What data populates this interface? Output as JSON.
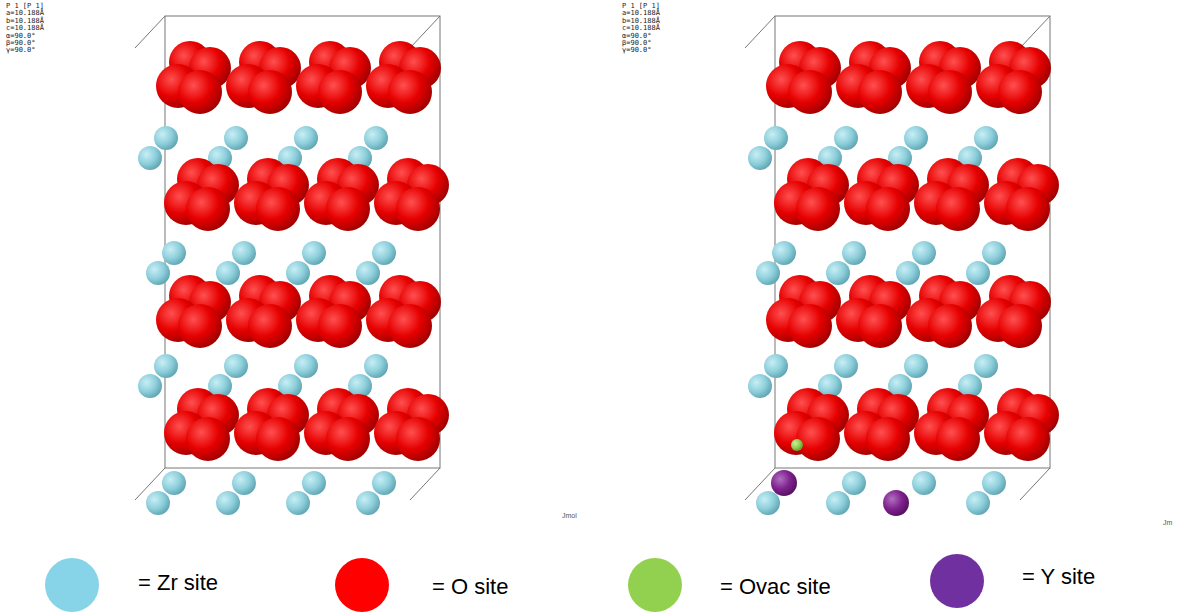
{
  "diagram": {
    "labels": [
      "P 1 [P 1]",
      "a=10.188Å",
      "b=10.188Å",
      "c=10.188Å",
      "α=90.0°",
      "β=90.0°",
      "γ=90.0°",
      "Jmol",
      "P 1 [P 1]",
      "a=10.188Å",
      "b=10.188Å",
      "c=10.188Å",
      "α=90.0°",
      "β=90.0°",
      "γ=90.0°",
      "Jm"
    ],
    "legend": [
      {
        "text": "= Zr site",
        "color": "#87d3e8"
      },
      {
        "text": "= O site",
        "color": "#ff0000"
      },
      {
        "text": "= Ovac site",
        "color": "#92d050"
      },
      {
        "text": "= Y site",
        "color": "#7030a0"
      }
    ]
  }
}
